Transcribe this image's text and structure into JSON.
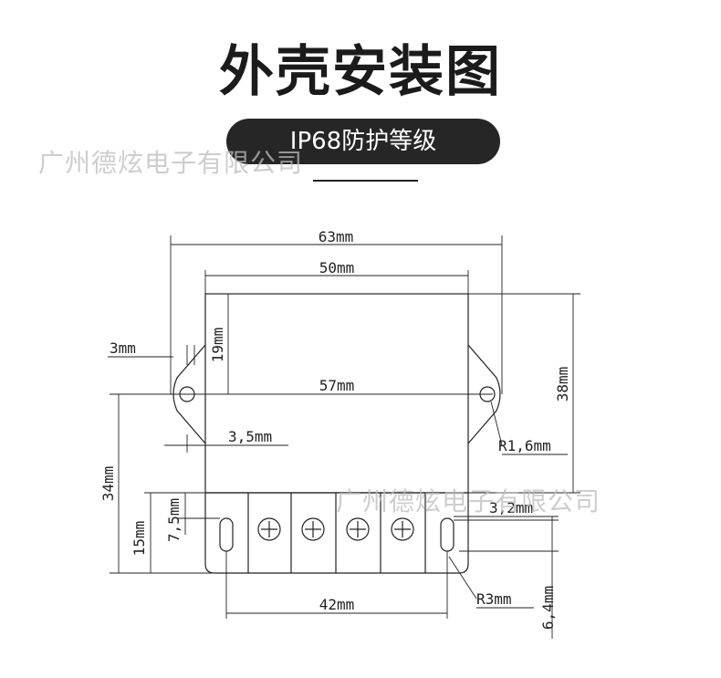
{
  "title": "外壳安装图",
  "subtitle": "IP68防护等级",
  "watermark": "广州德炫电子有限公司",
  "dimensions": {
    "width_overall": "63mm",
    "width_body": "50mm",
    "hole_spacing": "57mm",
    "bottom_hole_spacing": "42mm",
    "ear_width": "3mm",
    "hole_offset": "3,5mm",
    "top_height": "19mm",
    "body_height": "38mm",
    "hole_to_bottom": "34mm",
    "terminal_height": "15mm",
    "slot_height": "7,5mm",
    "slot_width": "3,2mm",
    "top_radius": "R1,6mm",
    "bottom_radius": "R3mm",
    "bottom_offset": "6,4mm"
  },
  "colors": {
    "line": "#222222",
    "pill": "#262626",
    "watermark": "#bdbdbd"
  }
}
